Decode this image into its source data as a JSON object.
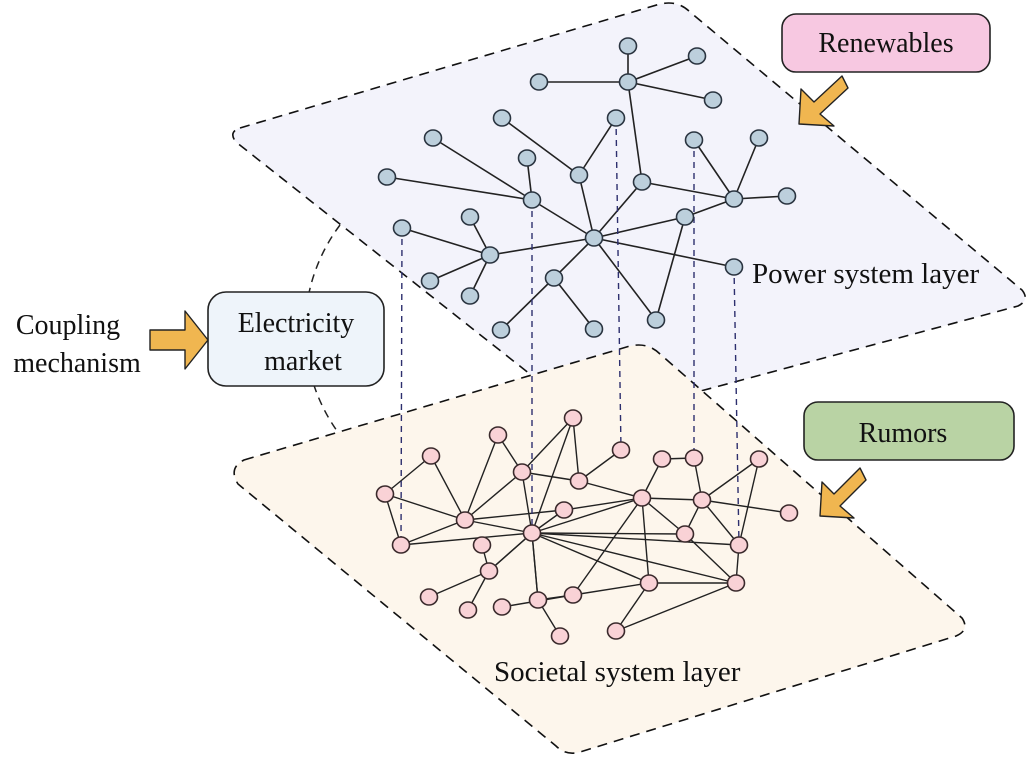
{
  "labels": {
    "power_layer": "Power system layer",
    "societal_layer": "Societal system layer",
    "coupling": "Coupling",
    "mechanism": "mechanism",
    "market_line1": "Electricity",
    "market_line2": "market",
    "renewables": "Renewables",
    "rumors": "Rumors"
  },
  "colors": {
    "power_plane": "#f3f3fb",
    "societal_plane": "#fdf6ec",
    "power_node": "#bccfdc",
    "societal_node": "#f9d2d6",
    "renewables_box": "#f7c8e1",
    "rumors_box": "#b9d3a4",
    "market_box": "#eef4fa",
    "arrow": "#f0b650",
    "coupling_line": "#2d2f6e"
  }
}
